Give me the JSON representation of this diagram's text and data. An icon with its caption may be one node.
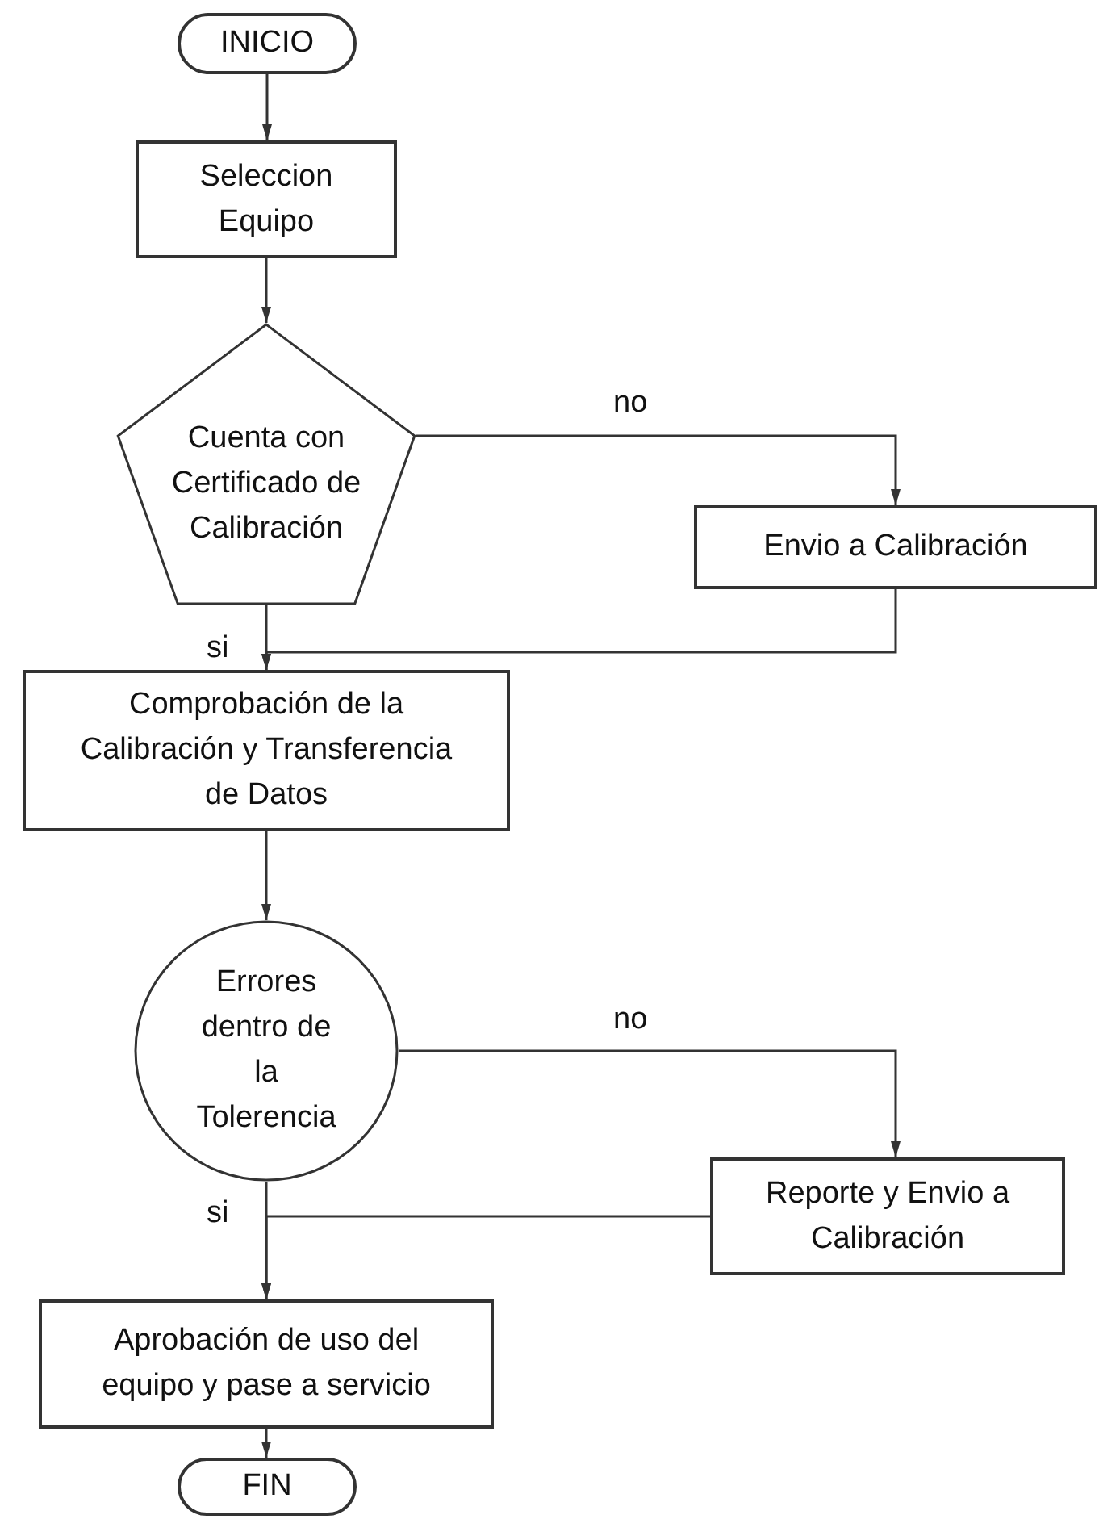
{
  "diagram": {
    "nodes": [
      {
        "text": [
          "INICIO"
        ]
      },
      {
        "text": [
          "Seleccion Equipo"
        ]
      },
      {
        "text": [
          "Cuenta con Certificado de Calibración"
        ]
      },
      {
        "text": [
          "Envio a Calibración"
        ]
      },
      {
        "text": [
          "Comprobación de la Calibración y Transferencia de Datos"
        ]
      },
      {
        "text": [
          "Errores dentro de la Tolerencia"
        ]
      },
      {
        "text": [
          "Reporte y Envio a Calibración"
        ]
      },
      {
        "text": [
          "Aprobación de uso del equipo y pase a servicio"
        ]
      },
      {
        "text": [
          "FIN"
        ]
      }
    ],
    "edges": [
      {
        "from": 0,
        "to": 1,
        "arrow": "to"
      },
      {
        "from": 1,
        "to": 2,
        "arrow": "to"
      },
      {
        "from": 2,
        "to": 3,
        "arrow": "to",
        "label": "no"
      },
      {
        "from": 3,
        "to": 4,
        "arrow": "to"
      },
      {
        "from": 2,
        "to": 4,
        "arrow": "to",
        "label": "si"
      },
      {
        "from": 4,
        "to": 5,
        "arrow": "to"
      },
      {
        "from": 5,
        "to": 6,
        "arrow": "to",
        "label": "no"
      },
      {
        "from": 6,
        "to": 7,
        "arrow": "to"
      },
      {
        "from": 5,
        "to": 7,
        "arrow": "to",
        "label": "si"
      },
      {
        "from": 7,
        "to": 8,
        "arrow": "to"
      }
    ]
  }
}
